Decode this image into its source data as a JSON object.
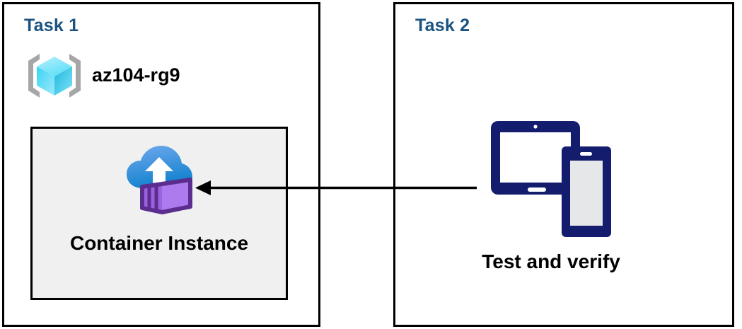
{
  "diagram": {
    "title": "Azure task diagram",
    "background_color": "#ffffff",
    "border_color": "#000000",
    "title_color": "#1A5381"
  },
  "panels": [
    {
      "id": "task1",
      "title": "Task 1",
      "resource_group": {
        "icon": "azure-resource-group-icon",
        "label": "az104-rg9"
      },
      "resource": {
        "icon": "azure-container-instance-icon",
        "label": "Container Instance",
        "background_color": "#F0F0F0"
      }
    },
    {
      "id": "task2",
      "title": "Task 2",
      "resource": {
        "icon": "tablet-and-phone-devices-icon",
        "label": "Test and verify",
        "color": "#141C6E"
      }
    }
  ],
  "connector": {
    "name": "arrow-task2-to-task1",
    "direction": "right-to-left",
    "color": "#000000",
    "arrowhead": "left"
  }
}
